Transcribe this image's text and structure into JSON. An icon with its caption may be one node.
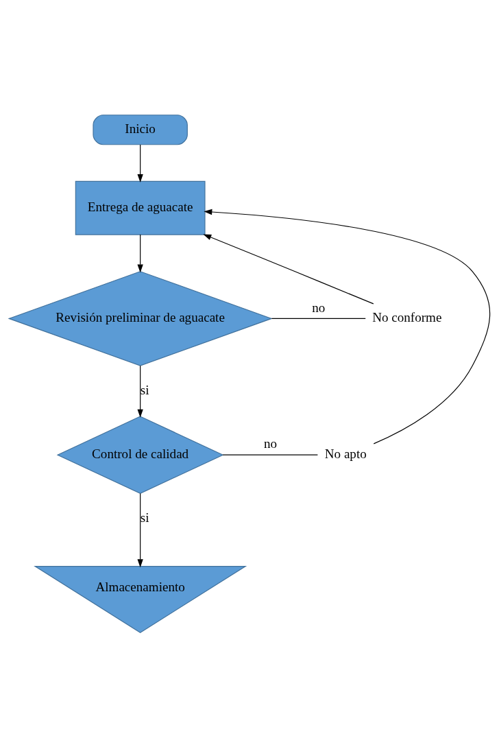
{
  "diagram": {
    "nodes": [
      {
        "text": [
          "Inicio"
        ]
      },
      {
        "text": [
          "Entrega de aguacate"
        ]
      },
      {
        "text": [
          "Revisión preliminar de aguacate"
        ]
      },
      {
        "text": [
          "Control de calidad"
        ]
      },
      {
        "text": [
          "Almacenamiento"
        ]
      },
      {
        "text": [
          "No conforme"
        ]
      },
      {
        "text": [
          "No apto"
        ]
      }
    ],
    "edges": [
      {
        "from": 0,
        "to": 1,
        "arrow": "to"
      },
      {
        "from": 1,
        "to": 2,
        "arrow": "to"
      },
      {
        "from": 2,
        "to": 3,
        "arrow": "to",
        "label": "si"
      },
      {
        "from": 3,
        "to": 4,
        "arrow": "to",
        "label": "si"
      },
      {
        "from": 2,
        "to": 5,
        "arrow": "none",
        "label": "no"
      },
      {
        "from": 5,
        "to": 1,
        "arrow": "to"
      },
      {
        "from": 3,
        "to": 6,
        "arrow": "none",
        "label": "no"
      },
      {
        "from": 6,
        "to": 1,
        "arrow": "to"
      }
    ]
  }
}
